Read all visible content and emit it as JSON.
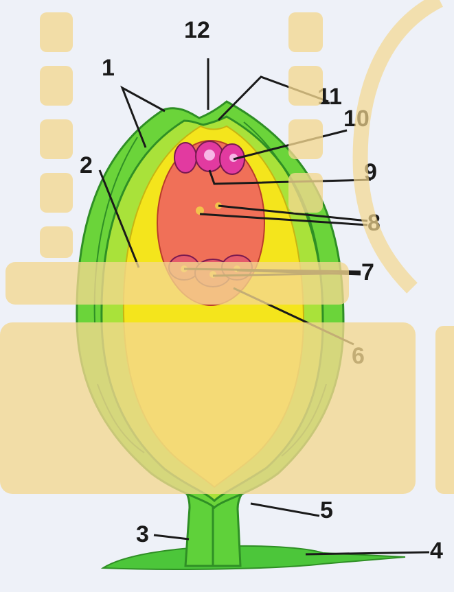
{
  "diagram": {
    "labels": {
      "l1": "1",
      "l2": "2",
      "l3": "3",
      "l4": "4",
      "l5": "5",
      "l6": "6",
      "l7": "7",
      "l8": "8",
      "l9": "9",
      "l10": "10",
      "l11": "11",
      "l12": "12"
    },
    "colors": {
      "background": "#eef1f8",
      "integument": "#5fd13a",
      "integument_dark": "#2f8f25",
      "nucellus": "#f6ea1c",
      "embryo_sac": "#f07058",
      "cells": "#e23aa0",
      "watermark": "#f3d78f"
    }
  }
}
